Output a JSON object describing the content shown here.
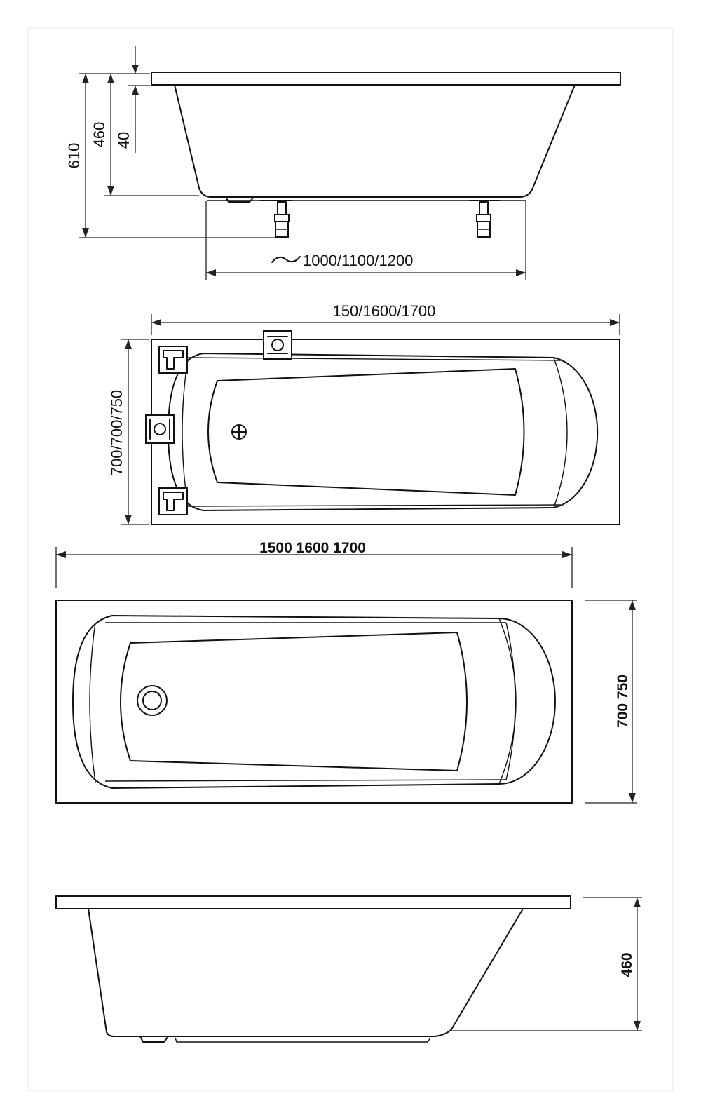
{
  "colors": {
    "ink": "#111111",
    "background": "#ffffff",
    "frame": "#f4f4f4"
  },
  "side_view_end": {
    "dim_total_height": "610",
    "dim_rim_height": "460",
    "dim_rim_thickness": "40",
    "dim_leg_span": "1000/1100/1200",
    "approx_symbol": "~"
  },
  "plan_view_legs": {
    "dim_length": "150/1600/1700",
    "dim_width": "700/700/750"
  },
  "plan_view": {
    "dim_length": "1500  1600  1700",
    "dim_width": "700  750"
  },
  "side_view_long": {
    "dim_height": "460"
  }
}
